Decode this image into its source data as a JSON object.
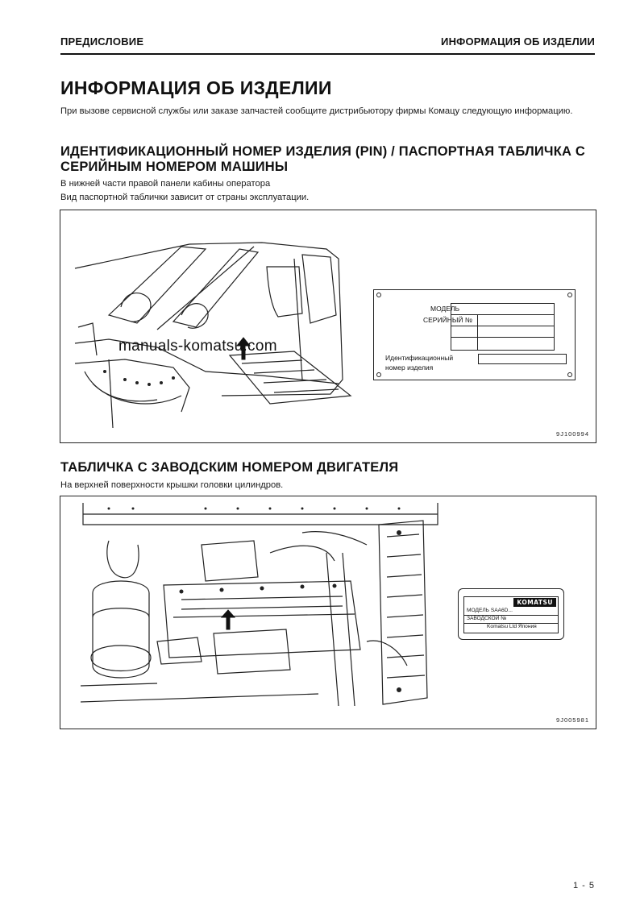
{
  "header": {
    "left": "ПРЕДИСЛОВИЕ",
    "right": "ИНФОРМАЦИЯ ОБ ИЗДЕЛИИ"
  },
  "title": "ИНФОРМАЦИЯ ОБ ИЗДЕЛИИ",
  "intro": "При вызове сервисной службы или заказе запчастей сообщите дистрибьютору фирмы Комацу следующую информацию.",
  "section_pin": {
    "heading": "ИДЕНТИФИКАЦИОННЫЙ НОМЕР ИЗДЕЛИЯ (PIN) / ПАСПОРТНАЯ ТАБЛИЧКА С СЕРИЙНЫМ НОМЕРОМ МАШИНЫ",
    "line1": "В нижней части правой панели кабины оператора",
    "line2": "Вид паспортной таблички зависит от страны эксплуатации.",
    "figure": {
      "watermark": "manuals-komatsu.com",
      "plate_model": "МОДЕЛЬ",
      "plate_serial": "СЕРИЙНЫЙ №",
      "plate_id_line1": "Идентификационный",
      "plate_id_line2": "номер изделия",
      "code": "9J100994"
    }
  },
  "section_engine": {
    "heading": "ТАБЛИЧКА С ЗАВОДСКИМ НОМЕРОМ ДВИГАТЕЛЯ",
    "line1": "На верхней поверхности крышки головки цилиндров.",
    "figure": {
      "plate_brand": "KOMATSU",
      "plate_model": "МОДЕЛЬ SAA6D...",
      "plate_serial": "ЗАВОДСКОЙ №",
      "plate_maker": "Komatsu Ltd Япония",
      "code": "9J005981"
    }
  },
  "page_number": "1 - 5"
}
